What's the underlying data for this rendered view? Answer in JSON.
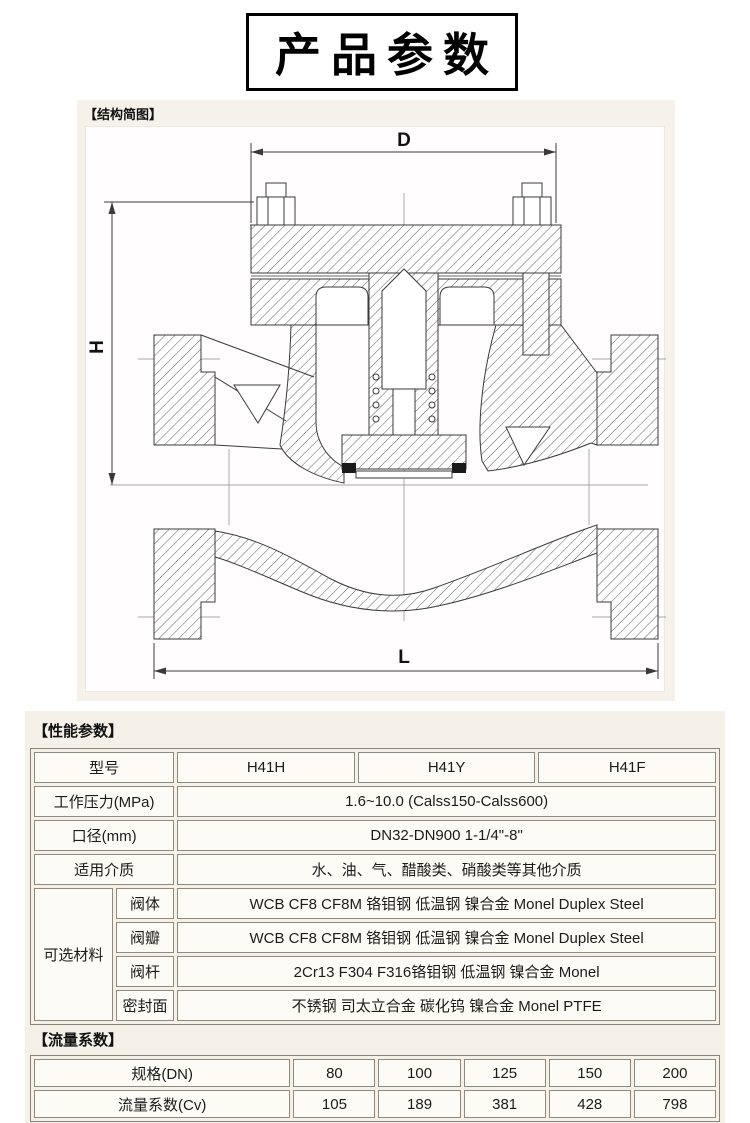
{
  "page": {
    "title": "产品参数"
  },
  "structure_section": {
    "label": "【结构简图】",
    "dimensions": {
      "top": "D",
      "left": "H",
      "bottom": "L"
    }
  },
  "performance_section": {
    "label": "【性能参数】",
    "model_row": {
      "label": "型号",
      "values": [
        "H41H",
        "H41Y",
        "H41F"
      ]
    },
    "rows": [
      {
        "label": "工作压力(MPa)",
        "value": "1.6~10.0 (Calss150-Calss600)"
      },
      {
        "label": "口径(mm)",
        "value": "DN32-DN900 1-1/4\"-8\""
      },
      {
        "label": "适用介质",
        "value": "水、油、气、醋酸类、硝酸类等其他介质"
      }
    ],
    "materials": {
      "label": "可选材料",
      "rows": [
        {
          "label": "阀体",
          "value": "WCB CF8 CF8M 铬钼钢 低温钢 镍合金  Monel Duplex Steel"
        },
        {
          "label": "阀瓣",
          "value": "WCB CF8 CF8M 铬钼钢 低温钢 镍合金  Monel Duplex Steel"
        },
        {
          "label": "阀杆",
          "value": "2Cr13 F304 F316铬钼钢 低温钢 镍合金 Monel"
        },
        {
          "label": "密封面",
          "value": "不锈钢 司太立合金 碳化钨 镍合金 Monel PTFE"
        }
      ]
    }
  },
  "flow_section": {
    "label": "【流量系数】",
    "table": {
      "spec_label": "规格(DN)",
      "cv_label": "流量系数(Cv)",
      "specs": [
        "80",
        "100",
        "125",
        "150",
        "200"
      ],
      "cv_values": [
        "105",
        "189",
        "381",
        "428",
        "798"
      ]
    }
  },
  "chart_data": {
    "type": "table",
    "title": "流量系数",
    "categories": [
      "80",
      "100",
      "125",
      "150",
      "200"
    ],
    "series": [
      {
        "name": "流量系数(Cv)",
        "values": [
          105,
          189,
          381,
          428,
          798
        ]
      }
    ],
    "xlabel": "规格(DN)",
    "ylabel": "Cv"
  },
  "colors": {
    "panel_bg": "#f6f1e8",
    "cell_bg": "#fdfbf5",
    "cell_border": "#8f8a7e",
    "title_border": "#000000",
    "drawing_bg": "#fffdfd"
  }
}
